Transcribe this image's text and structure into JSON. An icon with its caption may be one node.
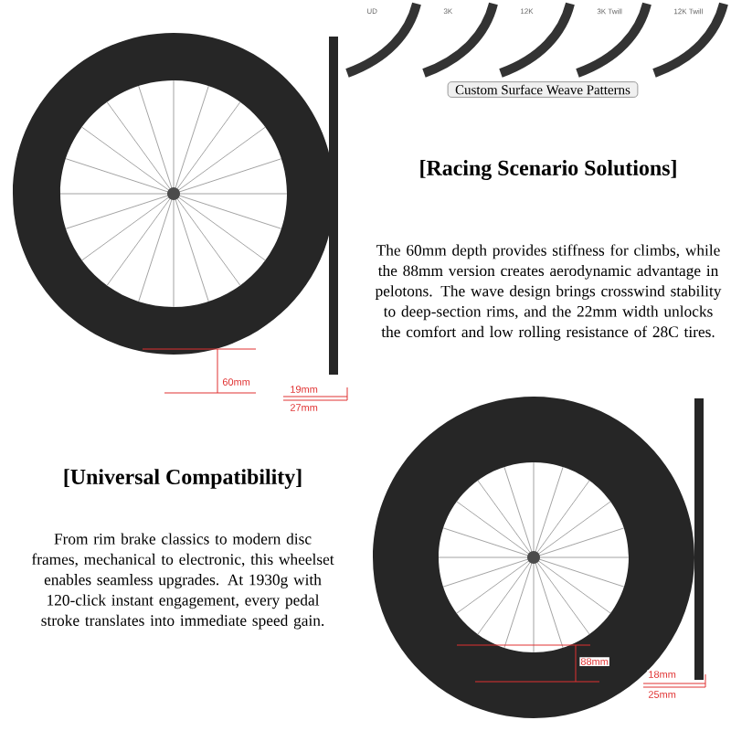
{
  "diagram": {
    "nodes": [
      {
        "text": [
          "Custom Surface Weave Patterns"
        ]
      }
    ],
    "labels": [
      "UD",
      "3K",
      "12K",
      "3K Twill",
      "12K Twill",
      "[Racing Scenario Solutions]",
      "The 60mm depth provides stiffness for climbs, while the 88mm version creates aerodynamic advantage in pelotons. The wave design brings crosswind stability to deep-section rims, and the 22mm width unlocks the comfort and low rolling resistance of 28C tires.",
      "60mm",
      "19mm",
      "27mm",
      "[Universal Compatibility]",
      "From rim brake classics to modern disc frames, mechanical to electronic, this wheelset enables seamless upgrades. At 1930g with 120-click instant engagement, every pedal stroke translates into immediate speed gain.",
      "88mm",
      "18mm",
      "25mm"
    ]
  }
}
